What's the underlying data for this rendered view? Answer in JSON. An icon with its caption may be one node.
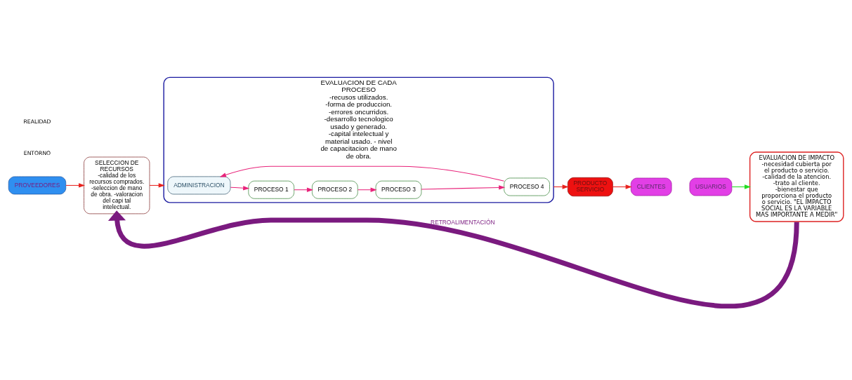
{
  "diagram": {
    "nodes": [
      {
        "text": [
          "PROVEEDORES"
        ]
      },
      {
        "text": [
          "SELECCION DE RECURSOS",
          "-calidad de los recursos comprados. -seleccion de mano de obra. -valoracion del capi tal intelectual."
        ]
      },
      {
        "text": [
          "EVALUACION DE CADA PROCESO",
          "-recusos utilizados. -forma de produccion. -errores oncurridos. -desarrollo tecnologico usado y generado. -capital intelectual y material usado. - nivel de capacitacion de mano de obra."
        ]
      },
      {
        "text": [
          "ADMINISTRACION"
        ],
        "in": 2
      },
      {
        "text": [
          "PROCESO 1"
        ],
        "in": 2
      },
      {
        "text": [
          "PROCESO 2"
        ],
        "in": 2
      },
      {
        "text": [
          "PROCESO 3"
        ],
        "in": 2
      },
      {
        "text": [
          "PROCESO 4"
        ],
        "in": 2
      },
      {
        "text": [
          "PRODUCTO SERVICIO"
        ]
      },
      {
        "text": [
          "CLIENTES"
        ]
      },
      {
        "text": [
          "USUARIOS"
        ]
      },
      {
        "text": [
          "EVALUACION DE IMPACTO",
          "-necesidad cubierta por el producto o servicio. -calidad de la atencion. -trato al cliente. -bienestar que proporciona el producto o servicio. \"EL IMPACTO SOCIAL ES LA VARIABLE MAS IMPORTANTE A MEDIR\""
        ]
      }
    ],
    "edges": [
      {
        "from": 0,
        "to": 1,
        "arrow": "to",
        "color": "#e8231f"
      },
      {
        "from": 1,
        "to": 2,
        "arrow": "to",
        "color": "#e8231f"
      },
      {
        "from": 3,
        "to": 4,
        "arrow": "to"
      },
      {
        "from": 4,
        "to": 5,
        "arrow": "to"
      },
      {
        "from": 5,
        "to": 6,
        "arrow": "to"
      },
      {
        "from": 6,
        "to": 7,
        "arrow": "to"
      },
      {
        "from": 7,
        "to": 3,
        "arrow": "to"
      },
      {
        "from": 2,
        "to": 8,
        "arrow": "to",
        "color": "#e8231f"
      },
      {
        "from": 8,
        "to": 9,
        "arrow": "to",
        "color": "#e8231f"
      },
      {
        "from": 10,
        "to": 11,
        "arrow": "to",
        "color": "#22dd22"
      },
      {
        "from": 11,
        "to": 1,
        "arrow": "to",
        "style": "thick",
        "color": "#7a1a7f",
        "label": "RETROALIMENTACIÓN"
      }
    ],
    "labels": [
      "ENTORNO",
      "REALIDAD"
    ]
  }
}
